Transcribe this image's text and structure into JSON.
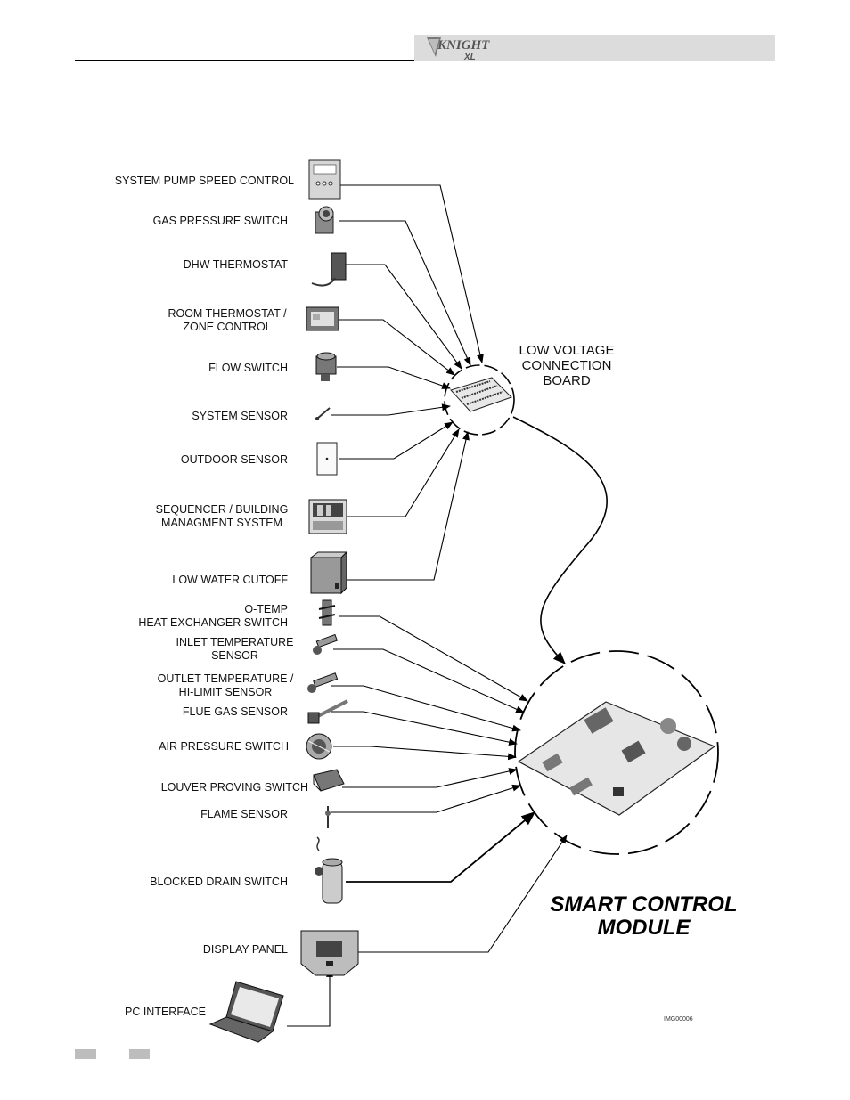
{
  "header": {
    "logo_text": "KNIGHT XL"
  },
  "labels": {
    "system_pump_speed_control": "SYSTEM PUMP SPEED CONTROL",
    "gas_pressure_switch": "GAS PRESSURE SWITCH",
    "dhw_thermostat": "DHW THERMOSTAT",
    "room_thermostat_1": "ROOM THERMOSTAT /",
    "room_thermostat_2": "ZONE CONTROL",
    "flow_switch": "FLOW SWITCH",
    "system_sensor": "SYSTEM SENSOR",
    "outdoor_sensor": "OUTDOOR SENSOR",
    "sequencer_1": "SEQUENCER / BUILDING",
    "sequencer_2": "MANAGMENT SYSTEM",
    "low_water_cutoff": "LOW WATER CUTOFF",
    "o_temp_1": "O-TEMP",
    "o_temp_2": "HEAT EXCHANGER SWITCH",
    "inlet_temp_1": "INLET TEMPERATURE",
    "inlet_temp_2": "SENSOR",
    "outlet_temp_1": "OUTLET TEMPERATURE /",
    "outlet_temp_2": "HI-LIMIT SENSOR",
    "flue_gas_sensor": "FLUE GAS SENSOR",
    "air_pressure_switch": "AIR PRESSURE SWITCH",
    "louver_proving_switch": "LOUVER PROVING SWITCH",
    "flame_sensor": "FLAME SENSOR",
    "blocked_drain_switch": "BLOCKED DRAIN SWITCH",
    "display_panel": "DISPLAY PANEL",
    "pc_interface": "PC INTERFACE"
  },
  "low_voltage_board": {
    "line1": "LOW VOLTAGE",
    "line2": "CONNECTION",
    "line3": "BOARD"
  },
  "smart_control": {
    "line1": "SMART CONTROL",
    "line2": "MODULE"
  },
  "image_id": "IMG00006"
}
